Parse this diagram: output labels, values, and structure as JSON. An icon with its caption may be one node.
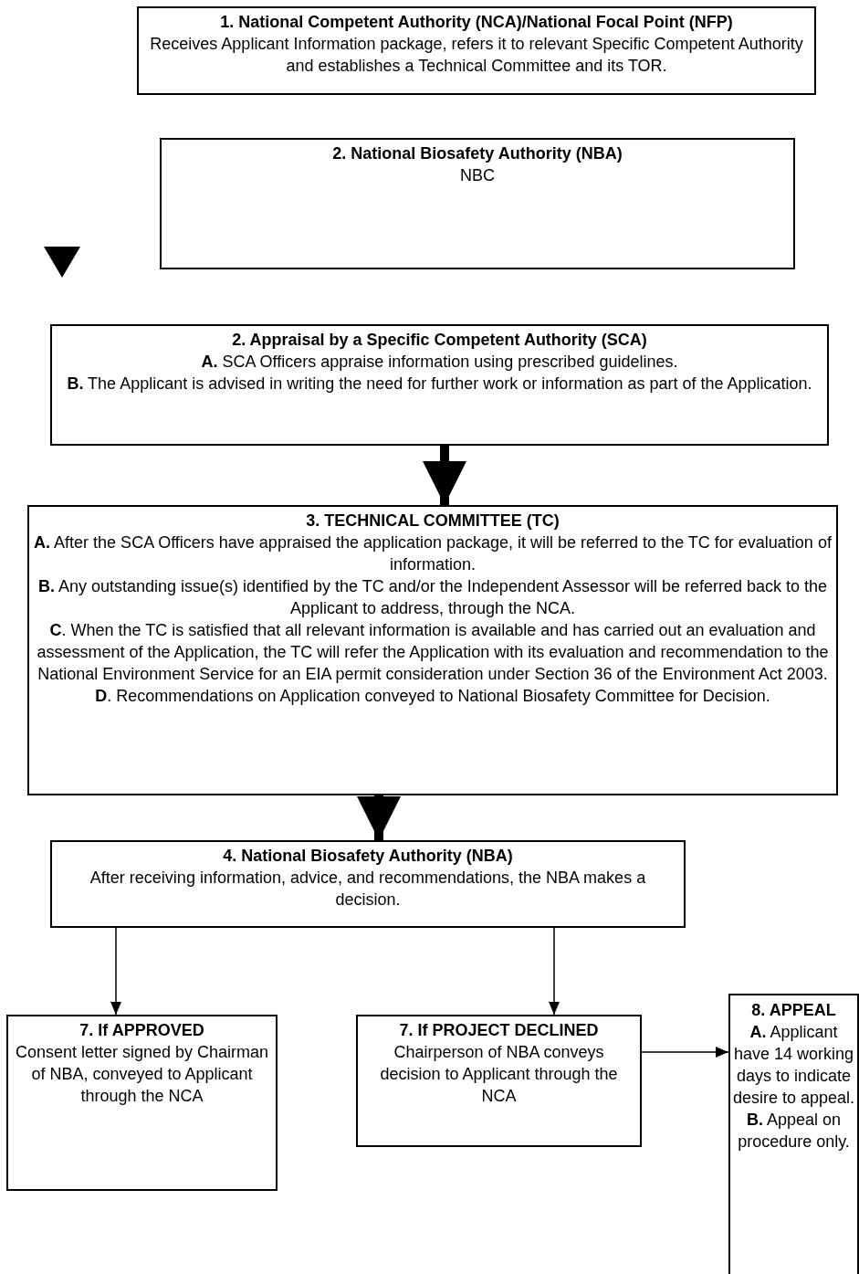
{
  "diagram": {
    "nodes": [
      {
        "text": [
          "1. National Competent Authority (NCA)/National Focal Point (NFP)",
          "Receives Applicant Information package, refers it to relevant Specific Competent Authority and establishes a Technical Committee and its TOR."
        ]
      },
      {
        "text": [
          "2. National Biosafety Authority (NBA)",
          "NBC"
        ]
      },
      {
        "text": [
          "2. Appraisal by a Specific Competent Authority (SCA)",
          "**A.** SCA Officers appraise information using prescribed guidelines.",
          "**B.** The Applicant is advised in writing the need for further work or information as part of the Application."
        ]
      },
      {
        "text": [
          "3. TECHNICAL COMMITTEE (TC)",
          "**A.** After the SCA Officers have appraised the application package, it will be referred to the TC for evaluation of information.",
          "**B.** Any outstanding issue(s) identified by the TC and/or the Independent Assessor will be referred back to the Applicant to address, through the NCA.",
          "**C**. When the TC is satisfied that all relevant information is available and has carried out an evaluation and assessment of the Application, the TC will refer the Application with its evaluation and recommendation to the National Environment Service for an EIA permit consideration under Section 36 of the Environment Act 2003.",
          "**D**. Recommendations on Application conveyed to National Biosafety Committee for Decision."
        ]
      },
      {
        "text": [
          "4. National Biosafety Authority (NBA)",
          "After receiving information, advice, and recommendations, the NBA makes a decision."
        ]
      },
      {
        "text": [
          "7. If APPROVED",
          "Consent letter signed by Chairman of NBA, conveyed to Applicant through the NCA"
        ]
      },
      {
        "text": [
          "7. If PROJECT DECLINED",
          "Chairperson of NBA conveys decision to Applicant through the NCA"
        ]
      },
      {
        "text": [
          "8. APPEAL",
          "**A.** Applicant have 14 working days to indicate desire to appeal.",
          "**B.** Appeal on procedure only."
        ]
      }
    ],
    "edges": [
      {
        "from": 2,
        "to": 3,
        "arrow": "to",
        "style": "thick"
      },
      {
        "from": 3,
        "to": 4,
        "arrow": "to",
        "style": "thick"
      },
      {
        "from": 4,
        "to": 5,
        "arrow": "to"
      },
      {
        "from": 4,
        "to": 6,
        "arrow": "to"
      },
      {
        "from": 6,
        "to": 7,
        "arrow": "to"
      }
    ]
  }
}
